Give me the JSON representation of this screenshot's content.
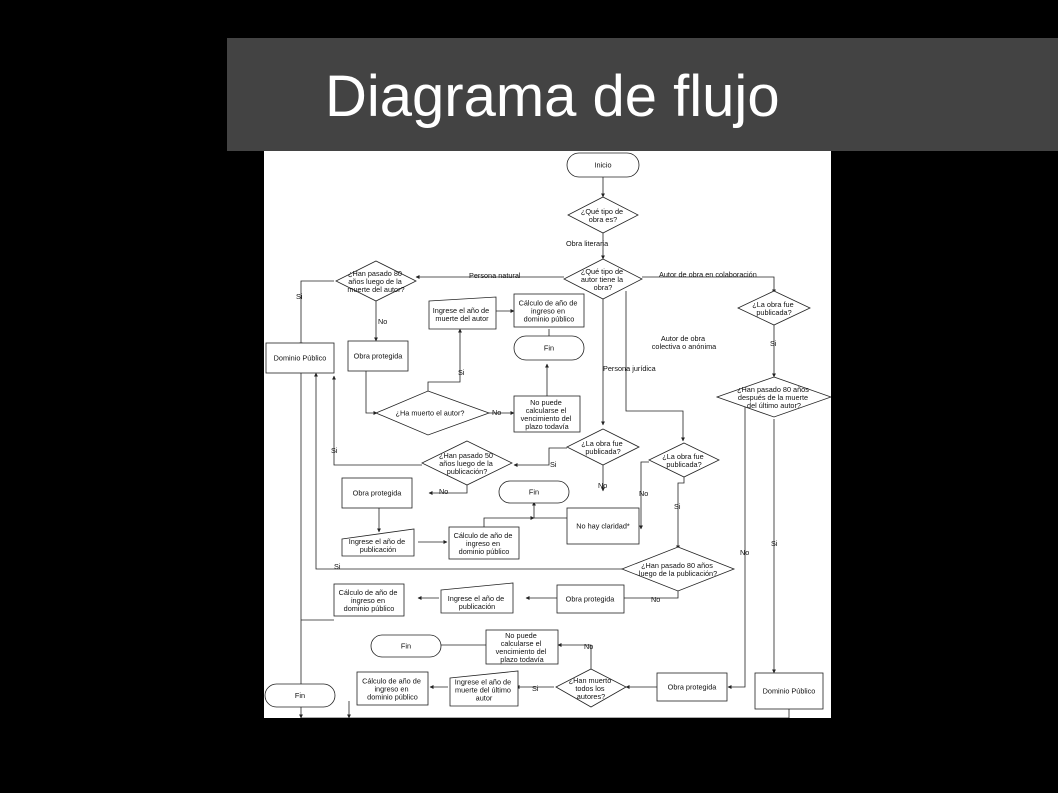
{
  "slide": {
    "title": "Diagrama de flujo",
    "colors": {
      "background": "#000000",
      "title_bar": "#434343",
      "title_text": "#ffffff",
      "diagram_bg": "#ffffff"
    }
  },
  "flowchart": {
    "nodes": {
      "start": [
        "Inicio"
      ],
      "work_type": [
        "¿Qué tipo de",
        "obra es?"
      ],
      "author_type": [
        "¿Qué tipo de",
        "autor tiene la",
        "obra?"
      ],
      "natural_80": [
        "¿Han pasado 80",
        "años luego de la",
        "muerte del autor?"
      ],
      "dominio_publico_left": [
        "Dominio Público"
      ],
      "obra_protegida_1": [
        "Obra protegida"
      ],
      "ingrese_muerte": [
        "Ingrese el año de",
        "muerte del autor"
      ],
      "calculo_1": [
        "Cálculo de año de",
        "ingreso en",
        "dominio público"
      ],
      "fin_1": [
        "Fin"
      ],
      "ha_muerto": [
        "¿Ha muerto el autor?"
      ],
      "no_puede_1": [
        "No puede",
        "calcularse el",
        "vencimiento del",
        "plazo todavía"
      ],
      "juridica_publicada": [
        "¿La obra fue",
        "publicada?"
      ],
      "juridica_50": [
        "¿Han pasado 50",
        "años luego de la",
        "publicación?"
      ],
      "obra_protegida_2": [
        "Obra protegida"
      ],
      "fin_2": [
        "Fin"
      ],
      "no_claridad": [
        "No hay claridad*"
      ],
      "ingrese_pub_1": [
        "Ingrese el año de",
        "publicación"
      ],
      "calculo_2": [
        "Cálculo de año de",
        "ingreso en",
        "dominio público"
      ],
      "colectiva_publicada": [
        "¿La obra fue",
        "publicada?"
      ],
      "colectiva_80": [
        "¿Han pasado 80 años",
        "luego de la publicación?"
      ],
      "obra_protegida_3": [
        "Obra protegida"
      ],
      "ingrese_pub_2": [
        "Ingrese el año de",
        "publicación"
      ],
      "calculo_3": [
        "Cálculo de año de",
        "ingreso en",
        "dominio público"
      ],
      "fin_3": [
        "Fin"
      ],
      "no_puede_2": [
        "No puede",
        "calcularse el",
        "vencimiento del",
        "plazo todavía"
      ],
      "colab_publicada": [
        "¿La obra fue",
        "publicada?"
      ],
      "colab_80": [
        "¿Han pasado 80 años",
        "después de la muerte",
        "del último autor?"
      ],
      "todos_muerto": [
        "¿Han muerto",
        "todos los",
        "autores?"
      ],
      "obra_protegida_4": [
        "Obra protegida"
      ],
      "dominio_publico_right": [
        "Dominio Público"
      ],
      "ingrese_ultimo": [
        "Ingrese el año de",
        "muerte del último",
        "autor"
      ],
      "calculo_4": [
        "Cálculo de año de",
        "ingreso en",
        "dominio público"
      ],
      "fin_4": [
        "Fin"
      ]
    },
    "labels": {
      "obra_literaria": "Obra literaria",
      "persona_natural": "Persona natural",
      "autor_colaboracion": "Autor de obra en colaboración",
      "autor_colectiva_1": "Autor de obra",
      "autor_colectiva_2": "colectiva o anónima",
      "persona_juridica": "Persona jurídica",
      "si": "Si",
      "no": "No"
    }
  }
}
